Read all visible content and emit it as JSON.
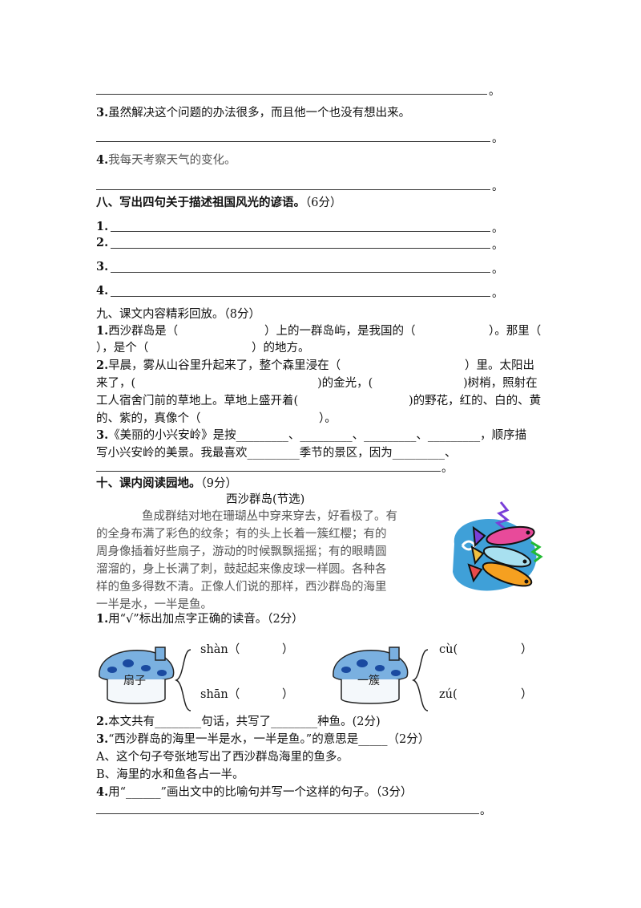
{
  "prev_section": {
    "line1_end": "。",
    "q3": {
      "num": "3.",
      "text": "虽然解决这个问题的办法很多，而且他一个也没有想出来。"
    },
    "q3_end": "。",
    "q4": {
      "num": "4.",
      "text": "我每天考察天气的变化。"
    },
    "q4_end": "。"
  },
  "section8": {
    "title": "八、写出四句关于描述祖国风光的谚语。",
    "score": "（6分）",
    "items": [
      "1.",
      "2.",
      "3.",
      "4."
    ],
    "end": "。"
  },
  "section9": {
    "title": "九、课文内容精彩回放。（8分）",
    "q1": {
      "l1_num": "1.",
      "l1a": "西沙群岛是（",
      "l1b": "）上的一群岛屿，是我国的（",
      "l1c": "）。那里（",
      "l2a": "），是个（",
      "l2b": "）的地方。"
    },
    "q2": {
      "l1_num": "2.",
      "l1a": "早晨，雾从山谷里升起来了，整个森里浸在（",
      "l1b": "）里。太阳出",
      "l2a": "来了，(",
      "l2b": ")的金光，(",
      "l2c": ")树梢，照射在",
      "l3a": "工人宿舍门前的草地上。草地上盛开着(",
      "l3b": ")的野花，红的、白的、黄",
      "l4a": "的、紫的，真像个（",
      "l4b": "）。"
    },
    "q3": {
      "l1_num": "3.",
      "l1a": "《美丽的小兴安岭》是按_________、_________、_________、_________，顺序描",
      "l2a": "写小兴安岭的美景。我最喜欢_________季节的景区，因为_________、",
      "l3_end": "。"
    }
  },
  "section10": {
    "title": "十、课内阅读园地。",
    "score": "（9分）",
    "passage_title": "西沙群岛(节选)",
    "passage": [
      "鱼成群结对地在珊瑚丛中穿来穿去，好看极了。有",
      "的全身布满了彩色的纹条；有的头上长着一簇红樱；有的",
      "周身像插着好些扇子，游动的时候飘飘摇摇；有的眼睛圆",
      "溜溜的，身上长满了刺，鼓起起来像皮球一样圆。各种各",
      "样的鱼多得数不清。正像人们说的那样，西沙群岛的海里",
      "一半是水，一半是鱼。"
    ],
    "q1": {
      "num": "1.",
      "text": "用“√”标出加点字正确的读音。（2分）"
    },
    "mushroom1": {
      "label": "扇子",
      "opt1": "shàn（",
      "opt1_end": "）",
      "opt2": "shān（",
      "opt2_end": "）"
    },
    "mushroom2": {
      "label": "一簇",
      "opt1": "cù(",
      "opt1_end": "）",
      "opt2": "zú(",
      "opt2_end": "）"
    },
    "q2": {
      "num": "2.",
      "text": "本文共有________句话，共写了________种鱼。(2分)"
    },
    "q3": {
      "num": "3.",
      "text": "“西沙群岛的海里一半是水，一半是鱼。”的意思是_____（2分）"
    },
    "optA": "A、这个句子夸张地写出了西沙群岛海里的鱼多。",
    "optB": "B、海里的水和鱼各占一半。",
    "q4": {
      "num": "4.",
      "text": "用“______”画出文中的比喻句并写一个这样的句子。（3分）"
    },
    "q4_end": "。"
  }
}
